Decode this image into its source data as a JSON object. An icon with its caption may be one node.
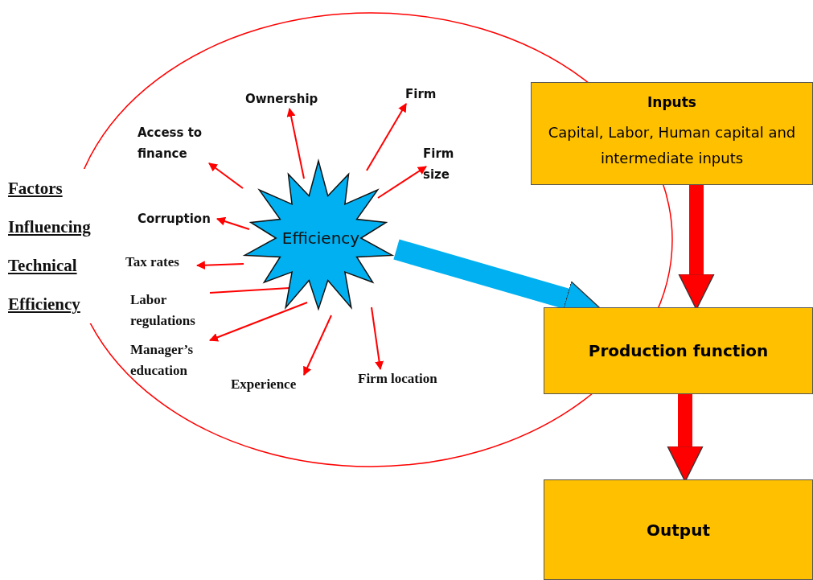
{
  "diagram": {
    "nodes": [
      {
        "text": [],
        "shape": "ellipse"
      },
      {
        "text": [
          "Efficiency"
        ],
        "in": 0
      },
      {
        "text": [
          "Ownership"
        ],
        "in": 0
      },
      {
        "text": [
          "Firm"
        ],
        "in": 0
      },
      {
        "text": [
          "Access to finance"
        ],
        "in": 0
      },
      {
        "text": [
          "Firm size"
        ],
        "in": 0
      },
      {
        "text": [
          "Corruption"
        ],
        "in": 0
      },
      {
        "text": [
          "Tax rates"
        ],
        "in": 0
      },
      {
        "text": [
          "Labor regulations"
        ],
        "in": 0
      },
      {
        "text": [
          "Manager’s education"
        ],
        "in": 0
      },
      {
        "text": [
          "Experience"
        ],
        "in": 0
      },
      {
        "text": [
          "Firm location"
        ],
        "in": 0
      },
      {
        "text": [
          "Inputs",
          "Capital, Labor, Human capital and intermediate inputs"
        ]
      },
      {
        "text": [
          "Production function"
        ]
      },
      {
        "text": [
          "Output"
        ]
      }
    ],
    "edges": [
      {
        "from": 1,
        "to": 2,
        "arrow": "to"
      },
      {
        "from": 1,
        "to": 3,
        "arrow": "to"
      },
      {
        "from": 1,
        "to": 4,
        "arrow": "to"
      },
      {
        "from": 1,
        "to": 5,
        "arrow": "to"
      },
      {
        "from": 1,
        "to": 6,
        "arrow": "to"
      },
      {
        "from": 1,
        "to": 7,
        "arrow": "to"
      },
      {
        "from": 1,
        "to": 8,
        "arrow": "none"
      },
      {
        "from": 1,
        "to": 9,
        "arrow": "to"
      },
      {
        "from": 1,
        "to": 10,
        "arrow": "to"
      },
      {
        "from": 1,
        "to": 11,
        "arrow": "to"
      },
      {
        "from": 1,
        "to": 13,
        "arrow": "to",
        "style": "thick",
        "color": "#00b0f0"
      },
      {
        "from": 12,
        "to": 13,
        "arrow": "to",
        "style": "thick"
      },
      {
        "from": 13,
        "to": 14,
        "arrow": "to",
        "style": "thick"
      }
    ],
    "labels": [
      "Factors Influencing Technical Efficiency"
    ]
  }
}
